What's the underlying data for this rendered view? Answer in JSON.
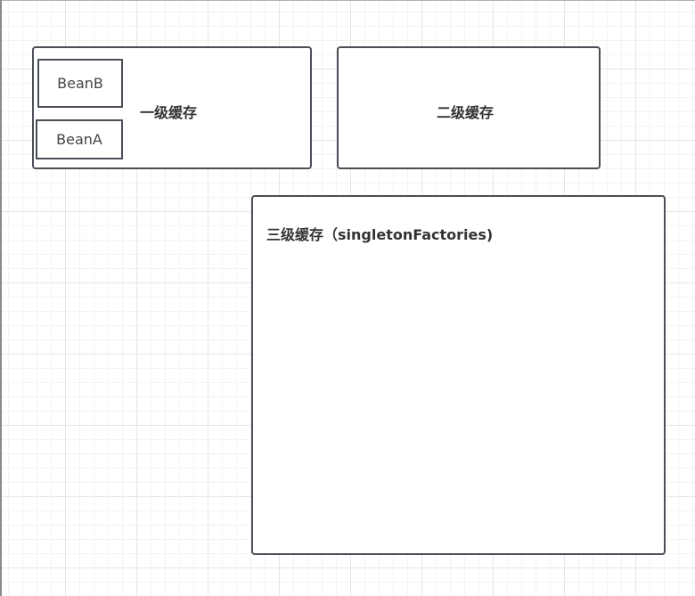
{
  "diagram": {
    "level1_label": "一级缓存",
    "level2_label": "二级缓存",
    "level3_label": "三级缓存（singletonFactories)",
    "bean_b": "BeanB",
    "bean_a": "BeanA"
  },
  "colors": {
    "border": "#4a4f57",
    "grid": "#e6e6e6"
  }
}
